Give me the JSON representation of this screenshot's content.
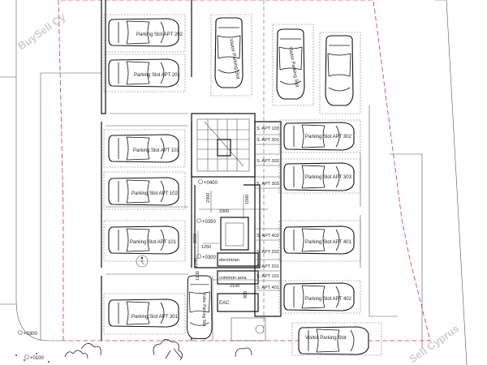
{
  "watermarks": {
    "top_left": "BuySell Cy",
    "bottom_right": "Sell Cyprus"
  },
  "parking_slots": [
    {
      "id": "p-202",
      "label": "Parking Slot APT 202"
    },
    {
      "id": "p-201",
      "label": "Parking Slot APT 201"
    },
    {
      "id": "p-103",
      "label": "Parking Slot APT 103"
    },
    {
      "id": "p-102",
      "label": "Parking Slot APT 102"
    },
    {
      "id": "p-101",
      "label": "Parking Slot APT 101"
    },
    {
      "id": "p-301-top",
      "label": "Parking Slot APT 301"
    },
    {
      "id": "v-1",
      "label": "Visitor Parking Slot"
    },
    {
      "id": "v-2",
      "label": "Visitor Parking Slot"
    },
    {
      "id": "p-302",
      "label": "Parking Slot APT 302"
    },
    {
      "id": "p-303",
      "label": "Parking Slot APT 303"
    },
    {
      "id": "p-401",
      "label": "Parking Slot APT 401"
    },
    {
      "id": "p-402",
      "label": "Parking Slot APT 402"
    },
    {
      "id": "v-3",
      "label": "Visitor Parking Slot"
    },
    {
      "id": "v-4",
      "label": "Visitor Parking Slot"
    }
  ],
  "storage": [
    {
      "label": "S. APT 103"
    },
    {
      "label": "S. APT 301"
    },
    {
      "label": "S. APT 302"
    },
    {
      "label": "S. APT 303"
    },
    {
      "label": "S. APT 402"
    },
    {
      "label": "S. APT 201"
    },
    {
      "label": "S. APT 202"
    },
    {
      "label": "S. APT 401"
    },
    {
      "label": "S. APT 101"
    }
  ],
  "rooms": {
    "electrical": "electrician",
    "common_area": "common area",
    "eac": "EAC"
  },
  "levels": [
    "+0400",
    "+0350",
    "+0300",
    "+0300",
    "+0100"
  ],
  "dimensions": [
    "2300",
    "1250",
    "3300",
    "2050",
    "1250",
    "2100",
    "1100",
    "900",
    "1500"
  ]
}
